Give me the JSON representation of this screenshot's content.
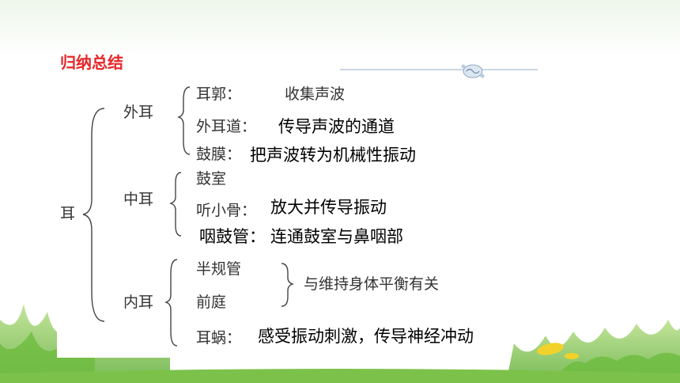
{
  "slide": {
    "title": "归纳总结",
    "root": "耳",
    "outer_ear": {
      "label": "外耳",
      "pinna": {
        "name": "耳郭：",
        "desc": "收集声波"
      },
      "canal": {
        "name": "外耳道：",
        "desc": "传导声波的通道"
      },
      "eardrum": {
        "name": "鼓膜：",
        "desc": "把声波转为机械性振动"
      }
    },
    "middle_ear": {
      "label": "中耳",
      "cavity": {
        "name": "鼓室"
      },
      "ossicles": {
        "name": "听小骨：",
        "desc": "放大并传导振动"
      },
      "eustachian": {
        "name": "咽鼓管：",
        "desc": "连通鼓室与鼻咽部"
      }
    },
    "inner_ear": {
      "label": "内耳",
      "semicircular": {
        "name": "半规管"
      },
      "vestibule": {
        "name": "前庭"
      },
      "balance": {
        "desc": "与维持身体平衡有关"
      },
      "cochlea": {
        "name": "耳蜗：",
        "desc": "感受振动刺激，传导神经冲动"
      }
    }
  },
  "colors": {
    "title": "#e8272a",
    "grass_light": "#9fd36a",
    "grass_dark": "#4f9a2f",
    "leaf": "#f2d22a"
  }
}
